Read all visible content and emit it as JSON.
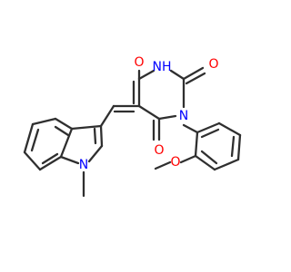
{
  "molecule": {
    "atoms": [
      {
        "id": "o_c4",
        "text": "O",
        "color": "#ff0000"
      },
      {
        "id": "nh",
        "text": "NH",
        "color": "#0000ff"
      },
      {
        "id": "o_c2",
        "text": "O",
        "color": "#ff0000"
      },
      {
        "id": "n1",
        "text": "N",
        "color": "#0000ff"
      },
      {
        "id": "o_c6",
        "text": "O",
        "color": "#ff0000"
      },
      {
        "id": "n_indole",
        "text": "N",
        "color": "#0000ff"
      },
      {
        "id": "o_methoxy",
        "text": "O",
        "color": "#ff0000"
      }
    ],
    "bond_color": "#2f2f2f"
  }
}
